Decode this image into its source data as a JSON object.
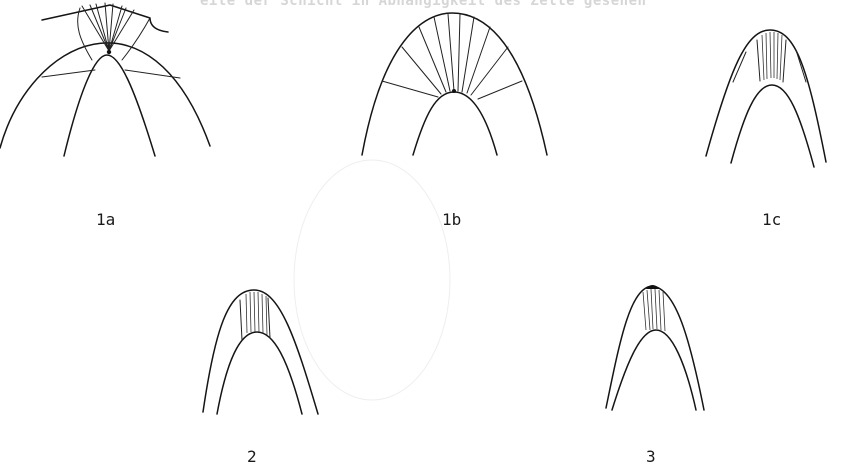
{
  "header": {
    "text": "eite der Schicht in Abhängigkeit des Zelle gesehen"
  },
  "figures": [
    {
      "id": "1a",
      "caption": "1a"
    },
    {
      "id": "1b",
      "caption": "1b"
    },
    {
      "id": "1c",
      "caption": "1c"
    },
    {
      "id": "2",
      "caption": "2"
    },
    {
      "id": "3",
      "caption": "3"
    }
  ],
  "colors": {
    "ink": "#151515",
    "paper": "#ffffff",
    "faint": "#d6d6d6"
  }
}
